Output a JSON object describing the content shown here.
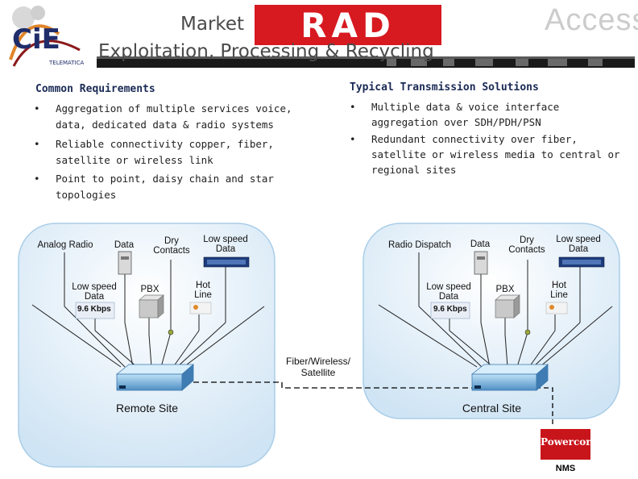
{
  "header": {
    "title_line1": "Market",
    "title_line2": "Exploitation, Processing & Recycling",
    "logo_left_label": "TELEMATICA",
    "logo_right_text": "Access",
    "logo_center": "RAD"
  },
  "left_column": {
    "title": "Common Requirements",
    "bullets": [
      [
        "Aggregation of multiple services voice,",
        "data, dedicated data & radio systems"
      ],
      [
        "Reliable connectivity copper, fiber,",
        "satellite or wireless link"
      ],
      [
        "Point to point, daisy chain and star",
        "topologies"
      ]
    ]
  },
  "right_column": {
    "title": "Typical Transmission Solutions",
    "bullets": [
      [
        "Multiple data & voice interface",
        "aggregation over SDH/PDH/PSN"
      ],
      [
        "Redundant connectivity over fiber,",
        "satellite or wireless media to central or",
        "regional sites"
      ]
    ]
  },
  "diagram": {
    "remote": {
      "analog_radio": "Analog Radio",
      "data": "Data",
      "dry_contacts": [
        "Dry",
        "Contacts"
      ],
      "low_speed_data_top": [
        "Low speed",
        "Data"
      ],
      "low_speed_data_left": [
        "Low speed",
        "Data"
      ],
      "pbx": "PBX",
      "hot_line": [
        "Hot",
        "Line"
      ],
      "rate_left": "9.6 Kbps",
      "site_label": "Remote Site"
    },
    "central": {
      "radio_dispatch": "Radio Dispatch",
      "data": "Data",
      "dry_contacts": [
        "Dry",
        "Contacts"
      ],
      "low_speed_data_top": [
        "Low speed",
        "Data"
      ],
      "low_speed_data_left": [
        "Low speed",
        "Data"
      ],
      "pbx": "PBX",
      "hot_line": [
        "Hot",
        "Line"
      ],
      "rate_left": "9.6 Kbps",
      "site_label": "Central Site"
    },
    "link_label": [
      "Fiber/Wireless/",
      "Satellite"
    ],
    "nms_label": "NMS",
    "nms_brand": "Powercor"
  },
  "colors": {
    "site_fill": "#dfeef8",
    "site_border": "#a9cde8",
    "title_blue": "#1a2a55",
    "rad_red": "#d71920"
  }
}
